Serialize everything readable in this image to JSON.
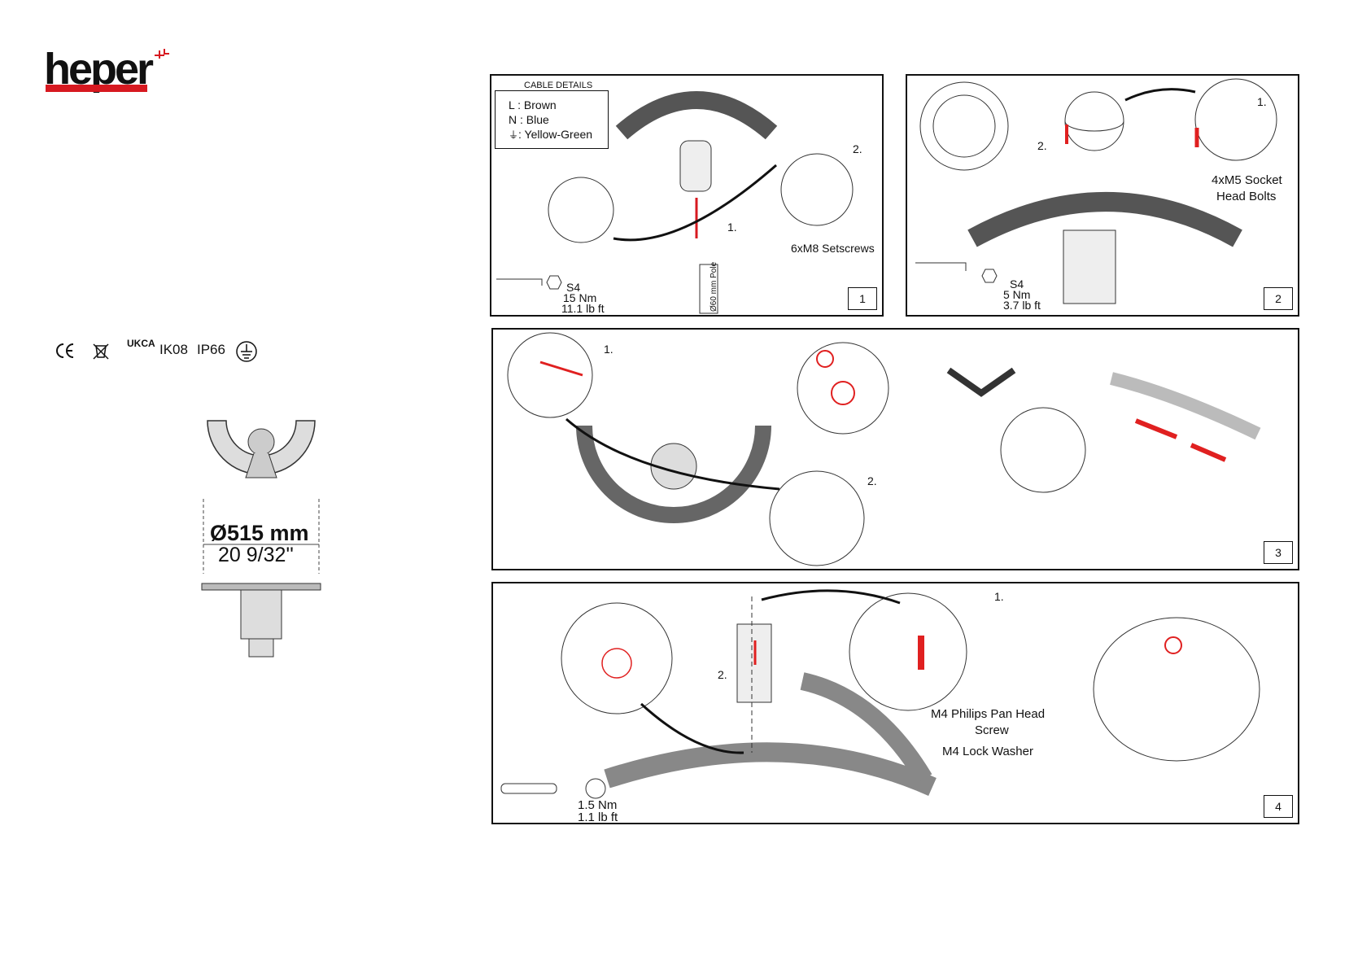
{
  "brand": {
    "logo_text": "heper"
  },
  "certifications": [
    "CE",
    "UKCA",
    "IK08",
    "IP66"
  ],
  "certification_icons": [
    "ce-mark",
    "weee-bin",
    "ukca-mark",
    "earth-ground-icon"
  ],
  "dimension": {
    "diameter": "Ø515 mm",
    "diameter_imperial": "20 9/32''"
  },
  "steps": [
    {
      "number": "1",
      "cable_details": {
        "title": "CABLE DETAILS",
        "lines": [
          "L  : Brown",
          "N : Blue",
          ": Yellow-Green"
        ]
      },
      "callouts": [
        "1.",
        "2."
      ],
      "fastener": "6xM8 Setscrews",
      "pole": "Ø60 mm Pole",
      "tool": "S4",
      "torque_metric": "15 Nm",
      "torque_imperial": "11.1 lb ft"
    },
    {
      "number": "2",
      "callouts": [
        "1.",
        "2."
      ],
      "fastener_line1": "4xM5 Socket",
      "fastener_line2": "Head Bolts",
      "tool": "S4",
      "torque_metric": "5 Nm",
      "torque_imperial": "3.7 lb ft"
    },
    {
      "number": "3",
      "callouts": [
        "1.",
        "2."
      ]
    },
    {
      "number": "4",
      "callouts": [
        "1.",
        "2."
      ],
      "screw_line1": "M4 Philips Pan Head",
      "screw_line2": "Screw",
      "washer": "M4 Lock Washer",
      "torque_metric": "1.5 Nm",
      "torque_imperial": "1.1 lb ft"
    }
  ],
  "colors": {
    "brand_red": "#d71920",
    "line": "#111111",
    "arrow_red": "#e02020"
  }
}
